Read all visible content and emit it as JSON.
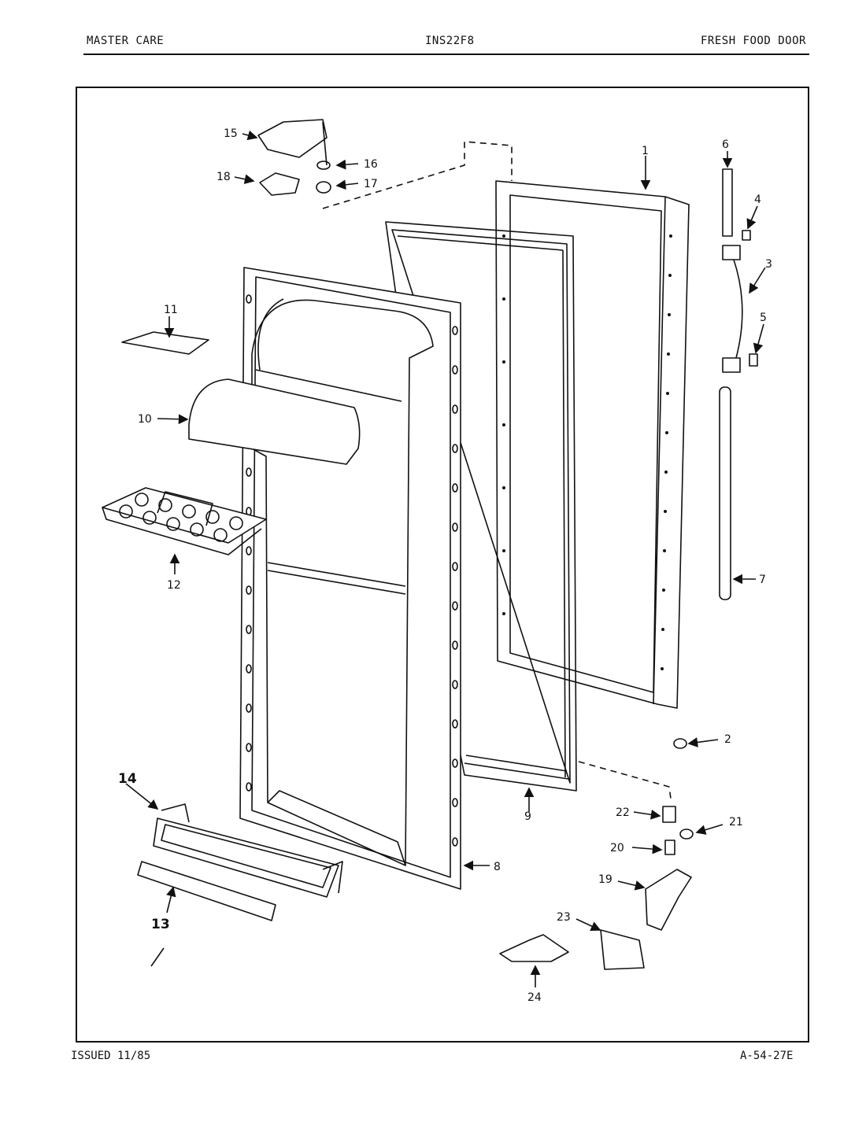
{
  "header": {
    "left": "MASTER CARE",
    "center": "INS22F8",
    "right": "FRESH FOOD DOOR"
  },
  "footer": {
    "left": "ISSUED 11/85",
    "right": "A-54-27E"
  },
  "callouts": {
    "c1": "1",
    "c2": "2",
    "c3": "3",
    "c4": "4",
    "c5": "5",
    "c6": "6",
    "c7": "7",
    "c8": "8",
    "c9": "9",
    "c10": "10",
    "c11": "11",
    "c12": "12",
    "c13": "13",
    "c14": "14",
    "c15": "15",
    "c16": "16",
    "c17": "17",
    "c18": "18",
    "c19": "19",
    "c20": "20",
    "c21": "21",
    "c22": "22",
    "c23": "23",
    "c24": "24"
  }
}
